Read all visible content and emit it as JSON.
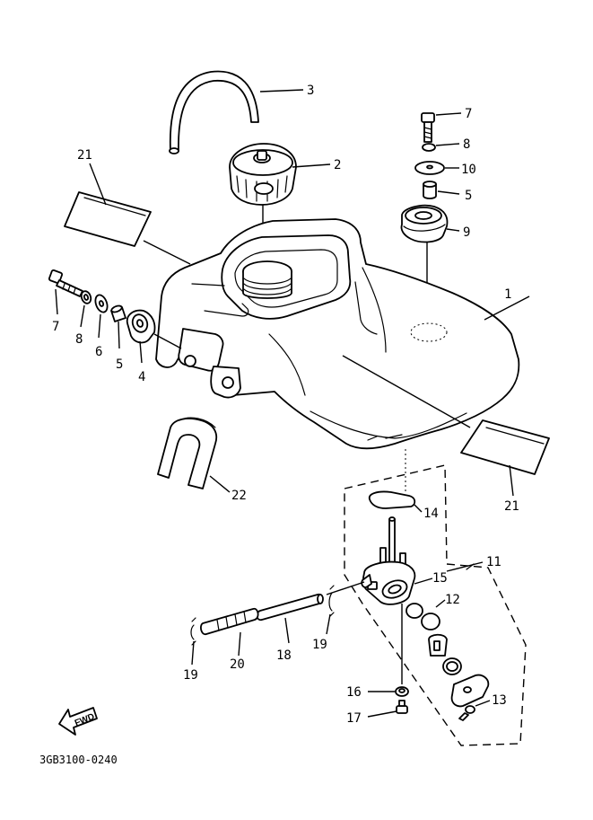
{
  "labels": {
    "l1": "1",
    "l2": "2",
    "l3": "3",
    "l4": "4",
    "l5a": "5",
    "l5b": "5",
    "l6": "6",
    "l7a": "7",
    "l7b": "7",
    "l8a": "8",
    "l8b": "8",
    "l9": "9",
    "l10": "10",
    "l11": "11",
    "l12": "12",
    "l13": "13",
    "l14": "14",
    "l15": "15",
    "l16": "16",
    "l17": "17",
    "l18": "18",
    "l19a": "19",
    "l19b": "19",
    "l20": "20",
    "l21a": "21",
    "l21b": "21",
    "l22": "22"
  },
  "fwd_label": "FWD",
  "diagram_code": "3GB3100-0240"
}
